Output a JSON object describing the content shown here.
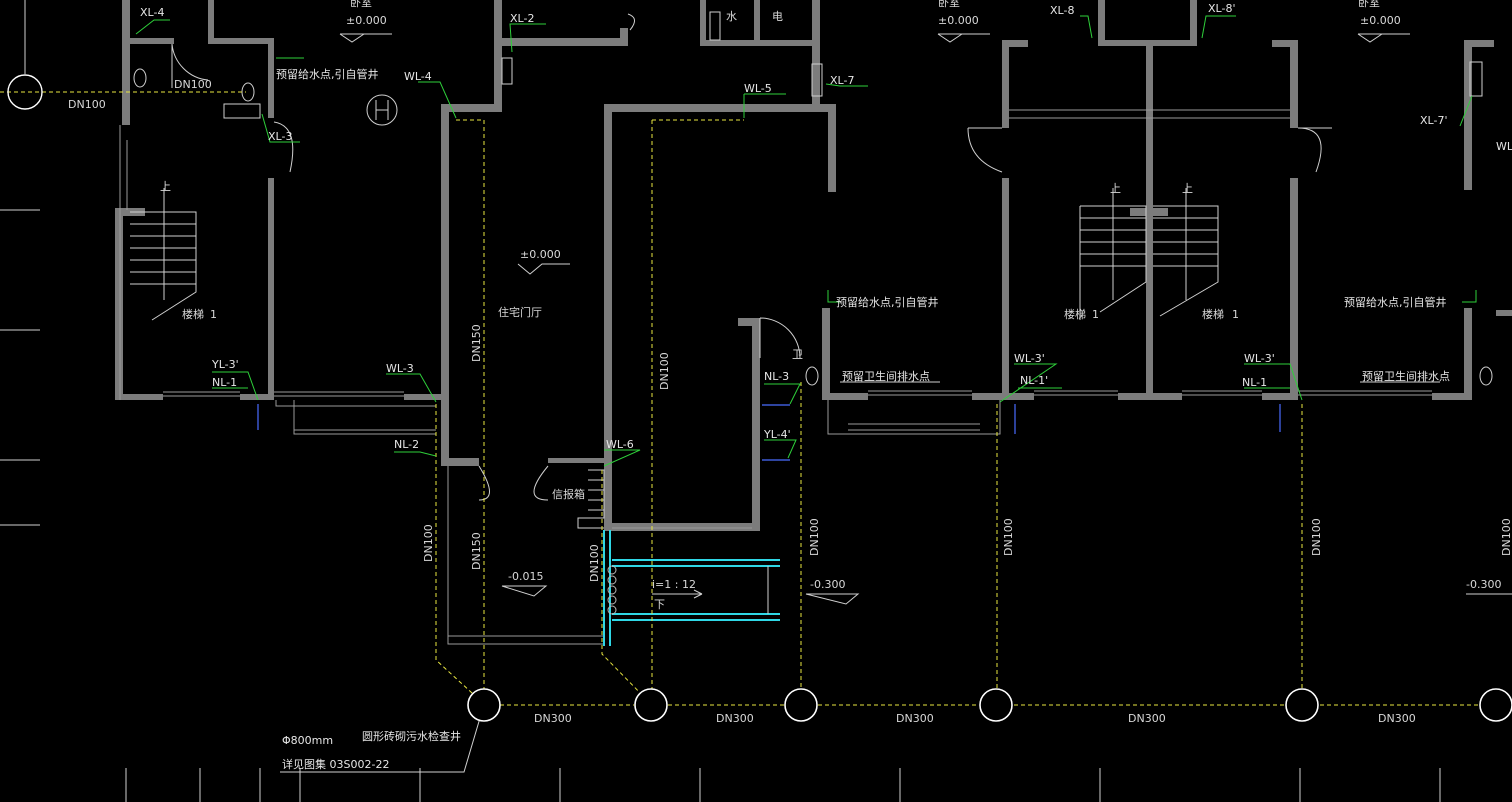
{
  "drawing": {
    "room_labels": {
      "hall": "住宅门厅",
      "stair": "楼梯",
      "stair_num": "1",
      "up": "上",
      "down": "下",
      "mailbox": "信报箱",
      "water": "水",
      "elec": "电",
      "toilet": "卫",
      "top_room": "卧室"
    },
    "levels": {
      "floor": "±0.000",
      "outdoor_1": "-0.015",
      "outdoor_2": "-0.300"
    },
    "slope": "i=1 : 12",
    "notes": {
      "water_point": "预留给水点,引自管井",
      "drain_point": "预留卫生间排水点"
    },
    "pipes": [
      "DN100",
      "DN150",
      "DN300"
    ],
    "risers": {
      "xl4": "XL-4",
      "xl2": "XL-2",
      "xl8": "XL-8",
      "xl8p": "XL-8'",
      "xl7": "XL-7",
      "xl7p": "XL-7'",
      "xl3": "XL-3",
      "wl4": "WL-4",
      "wl5": "WL-5",
      "wl3": "WL-3",
      "wl3p": "WL-3'",
      "wl6": "WL-6",
      "wl_partial": "WL",
      "yl3p": "YL-3'",
      "yl4p": "YL-4'",
      "nl1": "NL-1",
      "nl1p": "NL-1'",
      "nl2": "NL-2",
      "nl3": "NL-3"
    },
    "manhole": {
      "size": "Φ800mm",
      "name": "圆形砖砌污水检查井",
      "ref": "详见图集 03S002-22"
    }
  }
}
